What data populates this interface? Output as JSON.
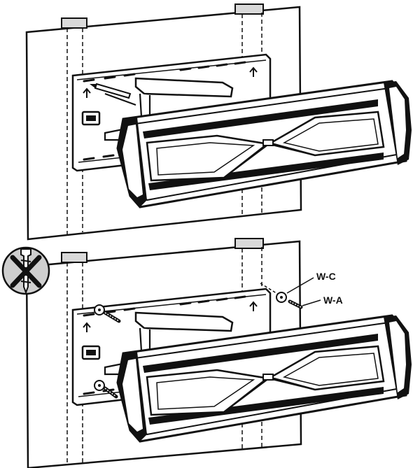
{
  "labels": {
    "washer": "W-C",
    "screw": "W-A"
  },
  "warning": {
    "icon": "no-drywall-anchor-icon"
  },
  "steps": [
    {
      "name": "position-mount-on-wall"
    },
    {
      "name": "fasten-mount-with-lag-screws"
    }
  ],
  "colors": {
    "ink": "#111111",
    "wall": "#ffffff",
    "stud_fill": "#d9d9d9",
    "warning_bg": "#cfcfcf"
  }
}
